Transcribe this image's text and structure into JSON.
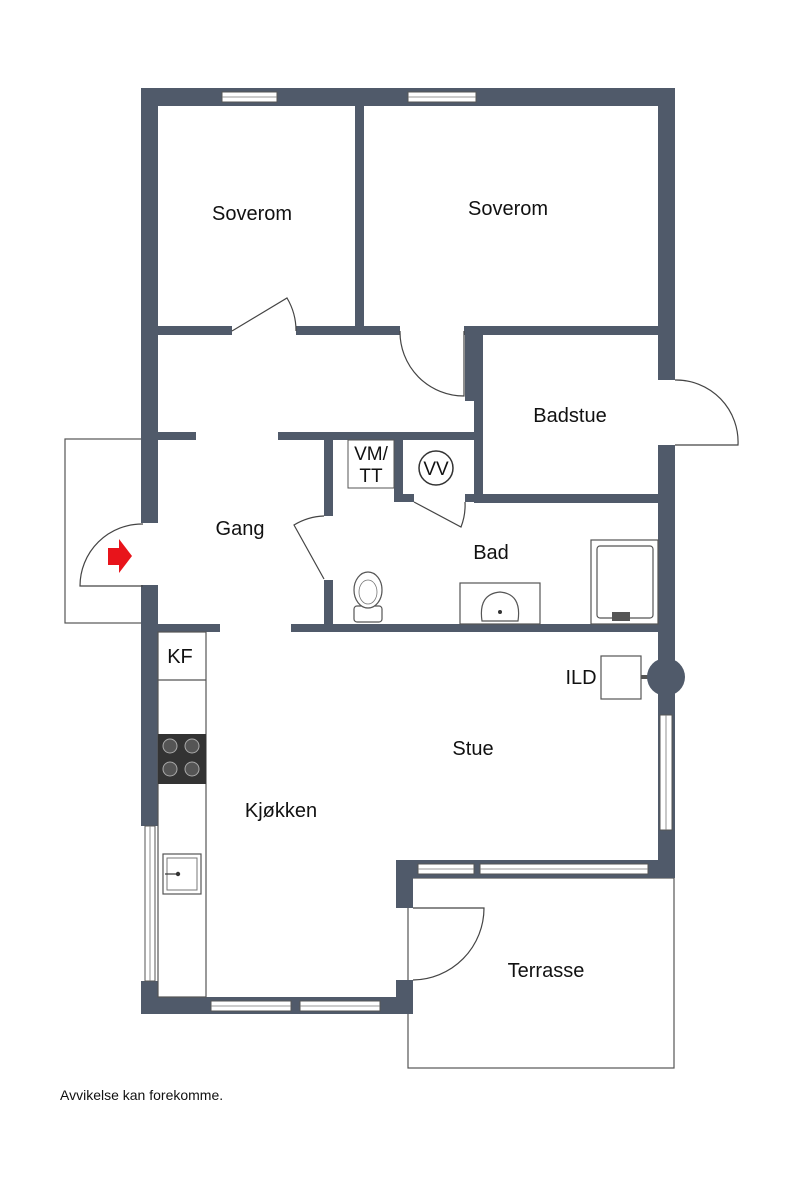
{
  "rooms": {
    "soverom_1": "Soverom",
    "soverom_2": "Soverom",
    "badstue": "Badstue",
    "gang": "Gang",
    "bad": "Bad",
    "stue": "Stue",
    "kjokken": "Kjøkken",
    "terrasse": "Terrasse"
  },
  "fixtures": {
    "vm_line1": "VM/",
    "vm_line2": "TT",
    "vv": "VV",
    "kf": "KF",
    "ild": "ILD"
  },
  "disclaimer": "Avvikelse kan forekomme.",
  "colors": {
    "wall": "#505a6a",
    "entrance_arrow": "#e8141b"
  }
}
